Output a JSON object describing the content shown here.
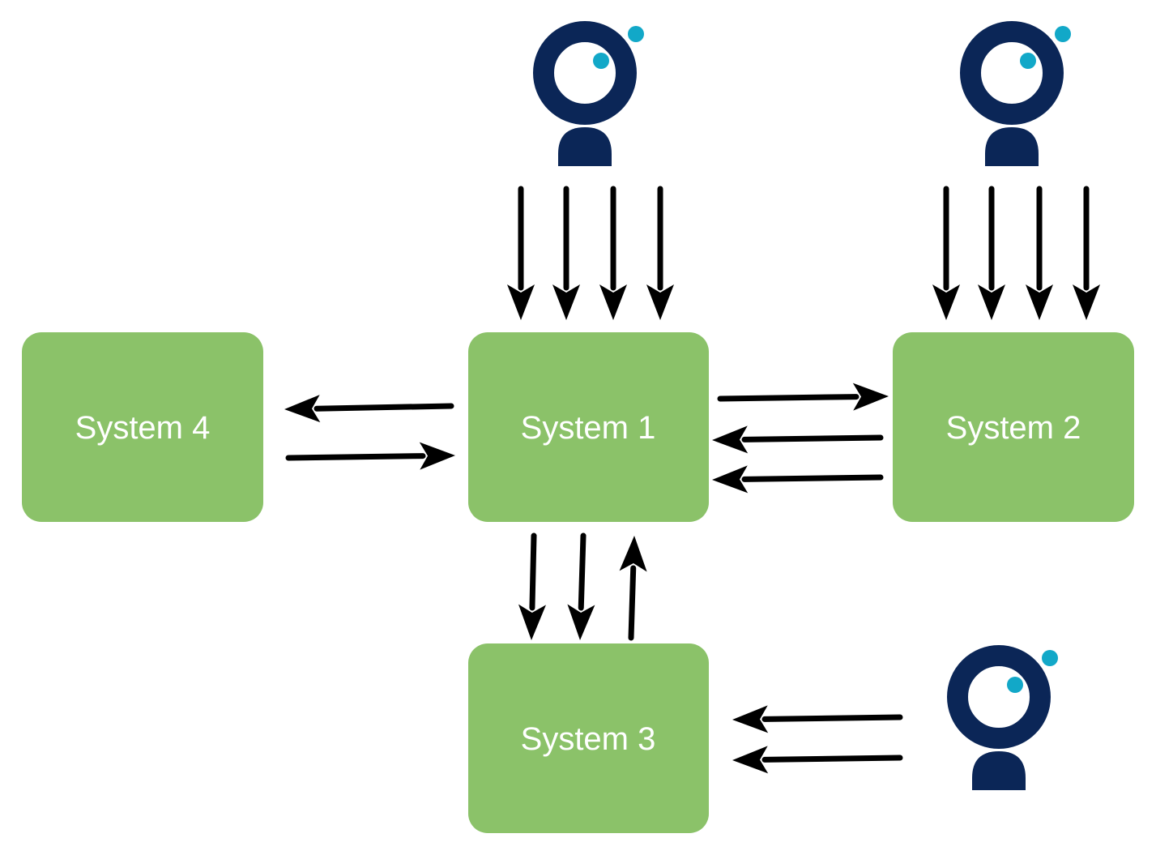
{
  "colors": {
    "box_fill": "#8BC269",
    "box_text": "#FFFFFF",
    "arrow": "#000000",
    "person_body": "#0B2657",
    "person_eye": "#12A8C8"
  },
  "systems": [
    {
      "id": "sys1",
      "label": "System 1"
    },
    {
      "id": "sys2",
      "label": "System 2"
    },
    {
      "id": "sys3",
      "label": "System 3"
    },
    {
      "id": "sys4",
      "label": "System 4"
    }
  ],
  "actors": [
    {
      "id": "actor1",
      "icon": "user-icon",
      "target": "sys1",
      "arrow_count": 4
    },
    {
      "id": "actor2",
      "icon": "user-icon",
      "target": "sys2",
      "arrow_count": 4
    },
    {
      "id": "actor3",
      "icon": "user-icon",
      "target": "sys3",
      "arrow_count": 2
    }
  ],
  "connections": [
    {
      "from": "sys1",
      "to": "sys4"
    },
    {
      "from": "sys4",
      "to": "sys1"
    },
    {
      "from": "sys1",
      "to": "sys2"
    },
    {
      "from": "sys2",
      "to": "sys1"
    },
    {
      "from": "sys2",
      "to": "sys1"
    },
    {
      "from": "sys1",
      "to": "sys3"
    },
    {
      "from": "sys1",
      "to": "sys3"
    },
    {
      "from": "sys3",
      "to": "sys1"
    }
  ]
}
